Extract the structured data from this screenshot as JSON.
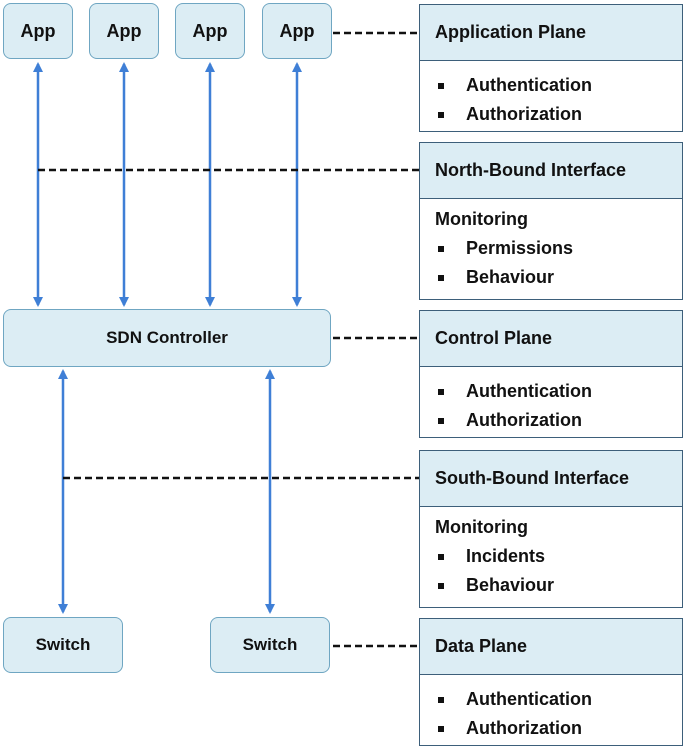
{
  "diagram": {
    "apps": [
      {
        "label": "App"
      },
      {
        "label": "App"
      },
      {
        "label": "App"
      },
      {
        "label": "App"
      }
    ],
    "controller": {
      "label": "SDN Controller"
    },
    "switches": [
      {
        "label": "Switch"
      },
      {
        "label": "Switch"
      }
    ],
    "panels": [
      {
        "title": "Application Plane",
        "subtitle": "",
        "items": [
          "Authentication",
          "Authorization"
        ]
      },
      {
        "title": "North-Bound Interface",
        "subtitle": "Monitoring",
        "items": [
          "Permissions",
          "Behaviour"
        ]
      },
      {
        "title": "Control Plane",
        "subtitle": "",
        "items": [
          "Authentication",
          "Authorization"
        ]
      },
      {
        "title": "South-Bound Interface",
        "subtitle": "Monitoring",
        "items": [
          "Incidents",
          "Behaviour"
        ]
      },
      {
        "title": "Data Plane",
        "subtitle": "",
        "items": [
          "Authentication",
          "Authorization"
        ]
      }
    ],
    "colors": {
      "node_fill": "#dcedf4",
      "node_border": "#6fa6c2",
      "arrow": "#3f7fd6",
      "dashed_line": "#111111",
      "panel_border": "#3d5f7a"
    }
  }
}
